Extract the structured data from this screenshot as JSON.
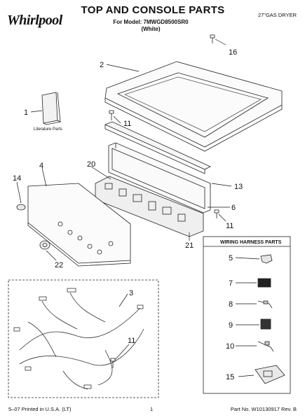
{
  "header": {
    "brand": "Whirlpool",
    "title": "TOP AND CONSOLE PARTS",
    "model_line": "For Model: 7MWGD8500SR0",
    "color_line": "(White)",
    "product": "27\"GAS DRYER"
  },
  "footer": {
    "printed": "5–07 Printed in U.S.A. (LT)",
    "page": "1",
    "part_no": "Part No. W10130917 Rev. B"
  },
  "labels": {
    "literature": "Literature Parts",
    "harness_box": "WIRING HARNESS PARTS"
  },
  "callouts": {
    "c1": "1",
    "c2": "2",
    "c3": "3",
    "c4": "4",
    "c6": "6",
    "c11a": "11",
    "c11b": "11",
    "c11c": "11",
    "c13": "13",
    "c14": "14",
    "c16": "16",
    "c20": "20",
    "c21": "21",
    "c22": "22",
    "h5": "5",
    "h7": "7",
    "h8": "8",
    "h9": "9",
    "h10": "10",
    "h15": "15"
  }
}
